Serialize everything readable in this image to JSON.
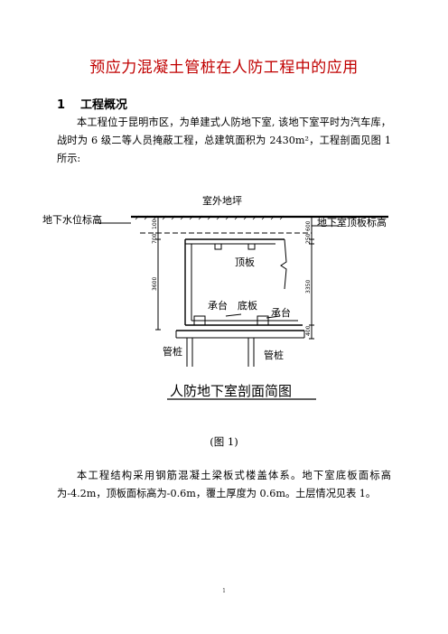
{
  "document": {
    "title": "预应力混凝土管桩在人防工程中的应用",
    "section": {
      "number": "1",
      "heading": "工程概况"
    },
    "paragraph1": "本工程位于昆明市区，为单建式人防地下室, 该地下室平时为汽车库，战时为 6 级二等人员掩蔽工程，总建筑面积为 2430m²，工程剖面见图 1 所示:",
    "figure_caption": "(图 1)",
    "paragraph2": "本工程结构采用钢筋混凝土梁板式楼盖体系。地下室底板面标高为-4.2m，顶板面标高为-0.6m，覆土厚度为 0.6m。土层情况见表 1。",
    "page_number": "1"
  },
  "diagram": {
    "label_outdoor_ground": "室外地坪",
    "label_water_level": "地下水位标高",
    "label_roof_elevation": "地下室顶板标高",
    "label_roof_slab": "顶板",
    "label_pile_cap_left": "承台",
    "label_bottom_slab": "底板",
    "label_pile_cap_right": "承台",
    "label_pile_left": "管桩",
    "label_pile_right": "管桩",
    "diagram_title": "人防地下室剖面简图",
    "dim_100": "100",
    "dim_700": "700",
    "dim_3600": "3600",
    "dim_600": "600",
    "dim_250": "250",
    "dim_3350": "3350",
    "dim_400": "400"
  }
}
